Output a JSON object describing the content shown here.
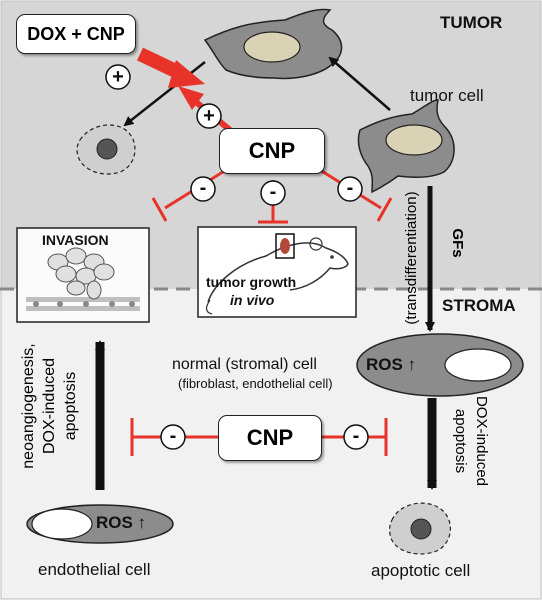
{
  "regions": {
    "tumor": "TUMOR",
    "stroma": "STROMA"
  },
  "boxes": {
    "dox_cnp": "DOX + CNP",
    "cnp_tumor": "CNP",
    "cnp_stroma": "CNP"
  },
  "invasion": {
    "title": "INVASION"
  },
  "mouse": {
    "line1": "tumor growth",
    "line2": "in vivo"
  },
  "labels": {
    "tumor_cell": "tumor cell",
    "gfs": "GFs",
    "transdifferentiation": "(transdifferentiation)",
    "normal_cell_line1": "normal (stromal) cell",
    "normal_cell_line2": "(fibroblast, endothelial cell)",
    "ros_upper": "ROS ↑",
    "ros_lower": "ROS ↑",
    "dox_induced_line1": "DOX-induced",
    "dox_induced_line2": "apoptosis",
    "neo_line1": "neoangiogenesis,",
    "neo_line2": "DOX-induced",
    "neo_line3": "apoptosis",
    "apoptotic_cell": "apoptotic cell",
    "endothelial_cell": "endothelial cell"
  },
  "signs": {
    "plus": "+",
    "minus": "-"
  },
  "colors": {
    "tumor_bg": "#d6d6d6",
    "stroma_bg": "#f1f1f1",
    "inhibit_red": "#e8332a",
    "cell_gray": "#8c8c8c",
    "nucleus": "#d9d2b4"
  }
}
